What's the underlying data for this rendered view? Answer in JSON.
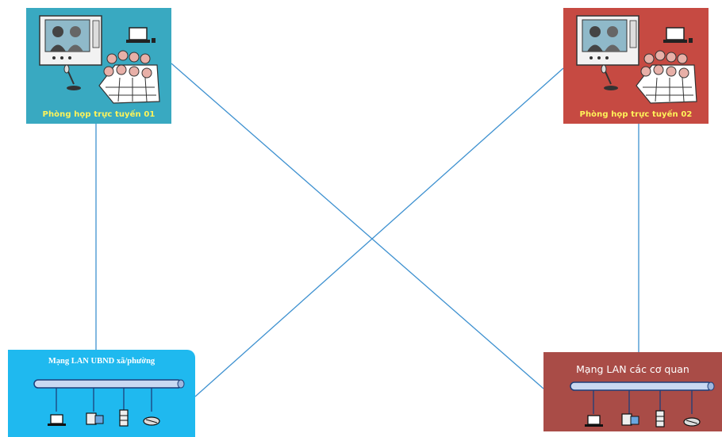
{
  "rooms": {
    "room_01": {
      "label": "Phòng họp trực tuyến 01",
      "color": "#39a9c1"
    },
    "room_02": {
      "label": "Phòng họp trực tuyến 02",
      "color": "#c64a42"
    }
  },
  "lans": {
    "left": {
      "title": "Mạng LAN UBND xã/phường",
      "color": "#1fb9ef"
    },
    "right": {
      "title": "Mạng LAN các cơ quan",
      "color": "#a94c47"
    }
  },
  "device_icons": [
    "laptop-icon",
    "computer-icon",
    "server-icon",
    "router-icon"
  ],
  "link_color": "#3e91d0"
}
